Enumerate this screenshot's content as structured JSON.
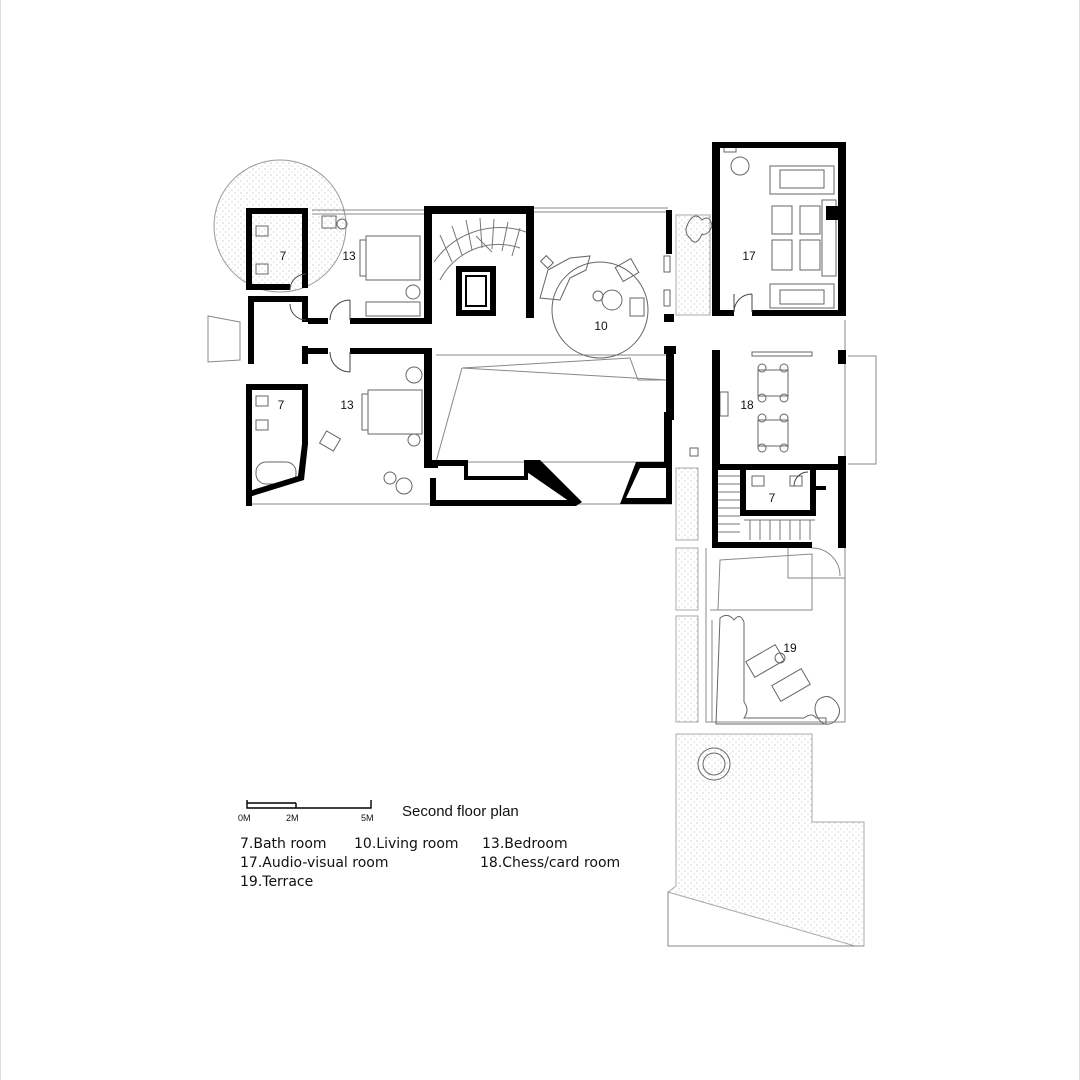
{
  "title": "Second floor plan",
  "scale_bar": {
    "ticks": [
      "0M",
      "2M",
      "5M"
    ]
  },
  "room_labels": {
    "bath_a": "7",
    "bath_b": "7",
    "bath_c": "7",
    "bedroom_a": "13",
    "bedroom_b": "13",
    "living": "10",
    "audio_visual": "17",
    "chess_card": "18",
    "terrace": "19"
  },
  "legend": [
    [
      "7.Bath room",
      "10.Living room",
      "13.Bedroom"
    ],
    [
      "17.Audio-visual room",
      "",
      "18.Chess/card room"
    ],
    [
      "19.Terrace",
      "",
      ""
    ]
  ]
}
